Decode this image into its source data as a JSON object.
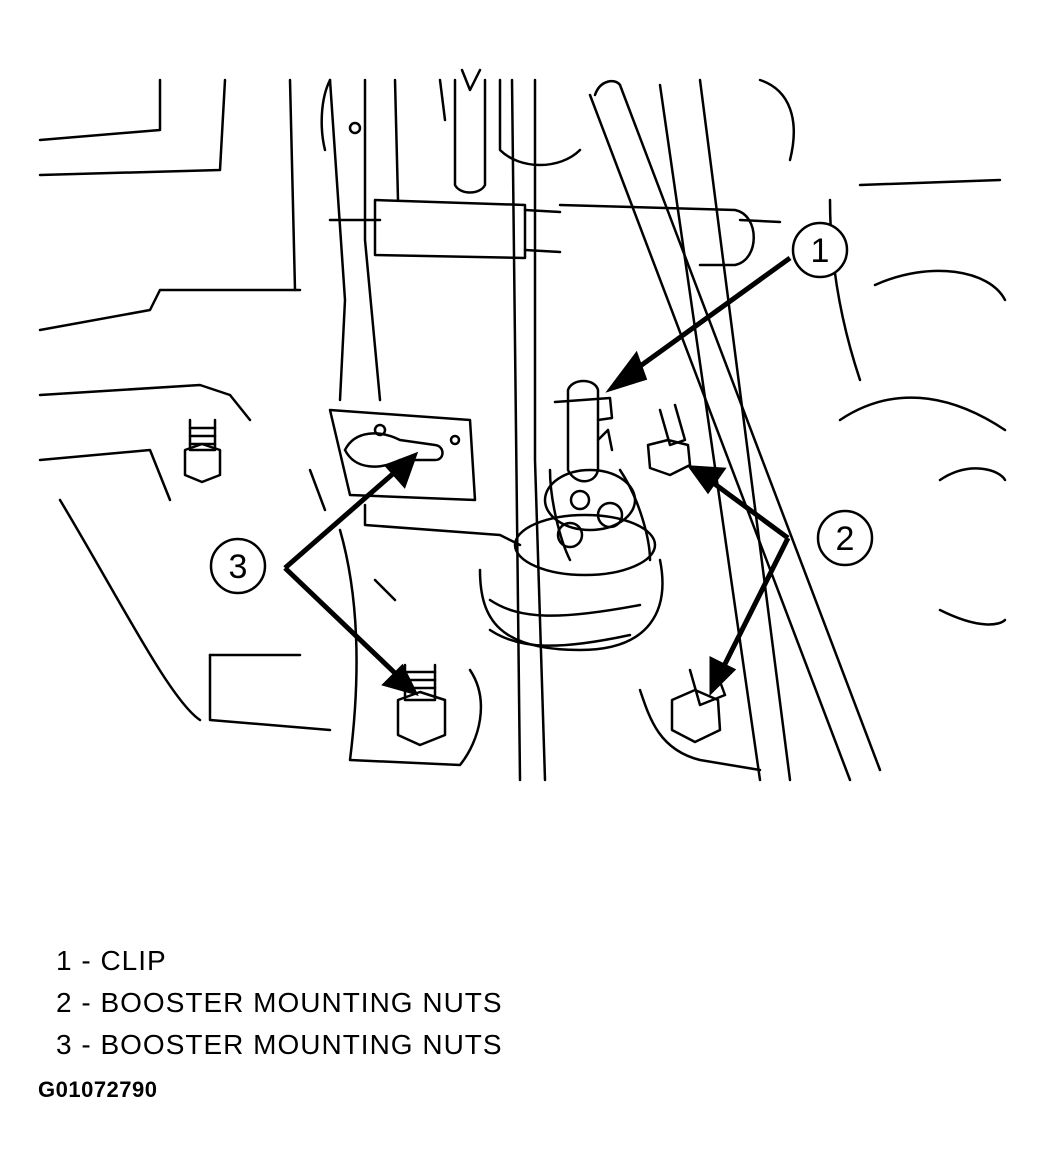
{
  "figure": {
    "callouts": [
      {
        "number": "1",
        "label": "CLIP"
      },
      {
        "number": "2",
        "label": "BOOSTER MOUNTING NUTS"
      },
      {
        "number": "3",
        "label": "BOOSTER MOUNTING NUTS"
      }
    ],
    "legend": [
      "1 - CLIP",
      "2 - BOOSTER MOUNTING NUTS",
      "3 - BOOSTER MOUNTING NUTS"
    ],
    "figure_id": "G01072790"
  },
  "colors": {
    "ink": "#000000",
    "paper": "#ffffff"
  }
}
